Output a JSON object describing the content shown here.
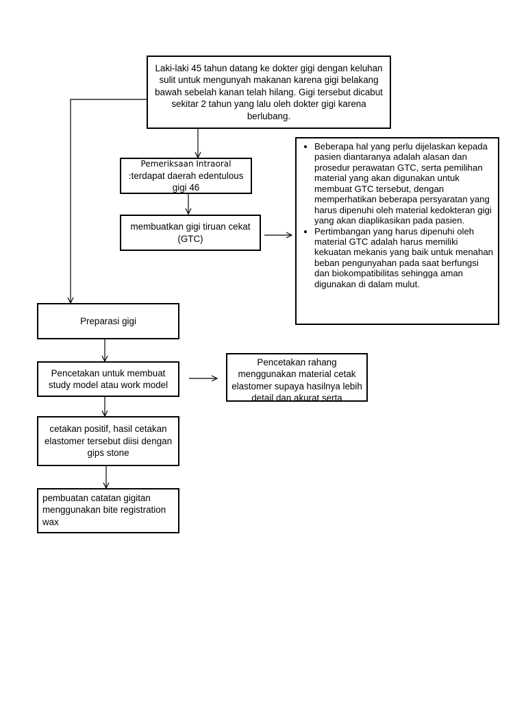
{
  "boxes": {
    "case": "Laki-laki 45 tahun datang ke dokter gigi dengan keluhan sulit untuk mengunyah makanan karena gigi belakang bawah sebelah kanan telah hilang. Gigi tersebut dicabut sekitar 2 tahun yang lalu oleh dokter gigi karena berlubang.",
    "exam_prefix": "Pemeriksaan Intraoral :",
    "exam_rest": "terdapat daerah edentulous gigi 46",
    "plan": "membuatkan gigi tiruan cekat (GTC)",
    "notes": [
      "Beberapa hal yang perlu dijelaskan kepada pasien diantaranya adalah alasan dan prosedur perawatan GTC, serta pemilihan material yang akan digunakan untuk membuat GTC tersebut, dengan memperhatikan beberapa persyaratan yang harus dipenuhi oleh material kedokteran gigi yang akan diaplikasikan pada pasien.",
      "Pertimbangan yang harus dipenuhi oleh material GTC adalah harus memiliki kekuatan mekanis yang baik untuk menahan beban pengunyahan pada saat berfungsi dan biokompatibilitas sehingga aman digunakan di dalam mulut."
    ],
    "prep": "Preparasi gigi",
    "impression": "Pencetakan untuk membuat study model atau work model",
    "impression_note": "Pencetakan rahang menggunakan material cetak elastomer supaya hasilnya lebih detail dan akurat serta",
    "positive": "cetakan positif, hasil cetakan elastomer tersebut diisi dengan gips stone",
    "bite": "pembuatan catatan gigitan menggunakan bite registration wax"
  }
}
